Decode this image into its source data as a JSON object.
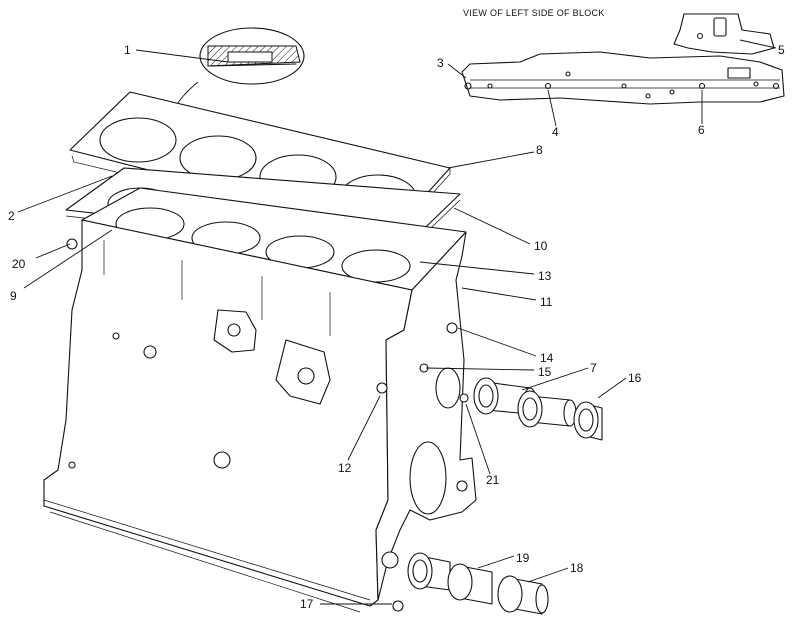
{
  "diagram": {
    "caption": "VIEW OF LEFT SIDE OF BLOCK",
    "callouts": [
      {
        "id": "c1",
        "label": "1"
      },
      {
        "id": "c2",
        "label": "2"
      },
      {
        "id": "c3",
        "label": "3"
      },
      {
        "id": "c4",
        "label": "4"
      },
      {
        "id": "c5",
        "label": "5"
      },
      {
        "id": "c6",
        "label": "6"
      },
      {
        "id": "c7",
        "label": "7"
      },
      {
        "id": "c8",
        "label": "8"
      },
      {
        "id": "c9",
        "label": "9"
      },
      {
        "id": "c10",
        "label": "10"
      },
      {
        "id": "c11",
        "label": "11"
      },
      {
        "id": "c12",
        "label": "12"
      },
      {
        "id": "c13",
        "label": "13"
      },
      {
        "id": "c14",
        "label": "14"
      },
      {
        "id": "c15",
        "label": "15"
      },
      {
        "id": "c16",
        "label": "16"
      },
      {
        "id": "c17",
        "label": "17"
      },
      {
        "id": "c18",
        "label": "18"
      },
      {
        "id": "c19",
        "label": "19"
      },
      {
        "id": "c20",
        "label": "20"
      },
      {
        "id": "c21",
        "label": "21"
      }
    ]
  }
}
